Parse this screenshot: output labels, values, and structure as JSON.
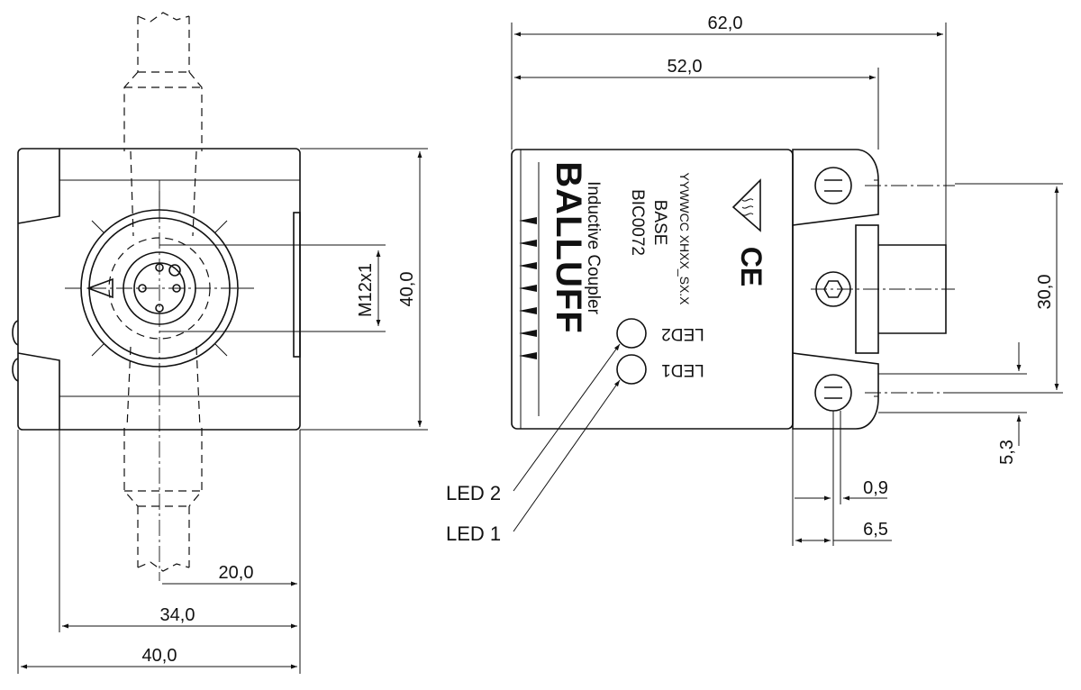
{
  "dimensions": {
    "overall_length": "62,0",
    "body_length": "52,0",
    "height": "40,0",
    "thread": "M12x1",
    "hole_spacing": "30,0",
    "hole_offset": "5,3",
    "flange_gap": "0,9",
    "flange_width": "6,5",
    "center_offset": "20,0",
    "inner_width": "34,0",
    "overall_width": "40,0"
  },
  "product": {
    "brand": "BALLUFF",
    "category": "Inductive Coupler",
    "model": "BIC0072",
    "variant": "BASE",
    "code": "YYWWCC XHXX_SX.X",
    "ce_mark": "CE"
  },
  "leds": {
    "led2_marking": "LED2",
    "led1_marking": "LED1",
    "led2_callout": "LED 2",
    "led1_callout": "LED 1"
  },
  "icons": [
    "warning-hot-surface-icon",
    "ce-mark-icon",
    "hex-socket-screw-icon"
  ]
}
